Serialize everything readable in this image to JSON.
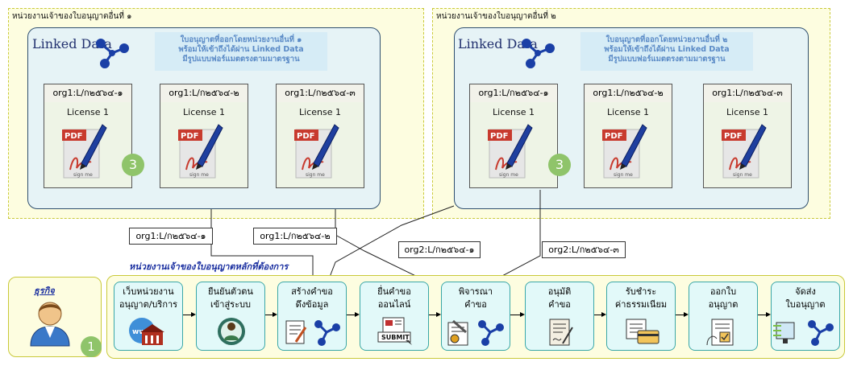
{
  "agencies": [
    {
      "title": "หน่วยงานเจ้าของใบอนุญาตอื่นที่ ๑",
      "ld_title": "Linked Data",
      "note_lines": [
        "ใบอนุญาตที่ออกโดยหน่วยงานอื่นที่ ๑",
        "พร้อมให้เข้าถึงได้ผ่าน Linked Data",
        "มีรูปแบบฟอร์แมตตรงตามมาตรฐาน"
      ],
      "badge": "3",
      "cards": [
        {
          "id": "org1:L/ก๒๕๖๔-๑",
          "license": "License 1"
        },
        {
          "id": "org1:L/ก๒๕๖๔-๒",
          "license": "License 1"
        },
        {
          "id": "org1:L/ก๒๕๖๔-๓",
          "license": "License 1"
        }
      ]
    },
    {
      "title": "หน่วยงานเจ้าของใบอนุญาตอื่นที่ ๒",
      "ld_title": "Linked Data",
      "note_lines": [
        "ใบอนุญาตที่ออกโดยหน่วยงานอื่นที่ ๒",
        "พร้อมให้เข้าถึงได้ผ่าน Linked Data",
        "มีรูปแบบฟอร์แมตตรงตามมาตรฐาน"
      ],
      "badge": "3",
      "cards": [
        {
          "id": "org1:L/ก๒๕๖๔-๑",
          "license": "License 1"
        },
        {
          "id": "org1:L/ก๒๕๖๔-๒",
          "license": "License 1"
        },
        {
          "id": "org1:L/ก๒๕๖๔-๓",
          "license": "License 1"
        }
      ]
    }
  ],
  "link_labels": [
    "org1:L/ก๒๕๖๔-๑",
    "org1:L/ก๒๕๖๔-๒",
    "org2:L/ก๒๕๖๔-๑",
    "org2:L/ก๒๕๖๔-๓"
  ],
  "business": {
    "label": "ธุรกิจ",
    "badge": "1"
  },
  "main_agency_title": "หน่วยงานเจ้าของใบอนุญาตหลักที่ต้องการ",
  "steps": [
    {
      "line1": "เว็บหน่วยงาน",
      "line2": "อนุญาต/บริการ",
      "icon": "www-building-icon"
    },
    {
      "line1": "ยืนยันตัวตน",
      "line2": "เข้าสู่ระบบ",
      "icon": "person-verify-icon"
    },
    {
      "line1": "สร้างคำขอ",
      "line2": "ดึงข้อมูล",
      "icon": "form-linked-data-icon"
    },
    {
      "line1": "ยื่นคำขอ",
      "line2": "ออนไลน์",
      "icon": "submit-icon"
    },
    {
      "line1": "พิจารณา",
      "line2": "คำขอ",
      "icon": "review-linked-data-icon"
    },
    {
      "line1": "อนุมัติ",
      "line2": "คำขอ",
      "icon": "approve-document-icon"
    },
    {
      "line1": "รับชำระ",
      "line2": "ค่าธรรมเนียม",
      "icon": "payment-icon"
    },
    {
      "line1": "ออกใบ",
      "line2": "อนุญาต",
      "icon": "issue-license-icon"
    },
    {
      "line1": "จัดส่ง",
      "line2": "ใบอนุญาต",
      "icon": "deliver-linked-data-icon"
    }
  ],
  "submit_text": "SUBMIT",
  "pdf_text": "PDF",
  "sign_text": "sign me",
  "www_text": "www",
  "colors": {
    "agency_bg": "#fdfde0",
    "panel_bg": "#e6f3f6",
    "note_text": "#5a8ac6",
    "step_bg": "#e2f9f9",
    "badge": "#8fc46a",
    "main_title": "#1a2fa0"
  }
}
